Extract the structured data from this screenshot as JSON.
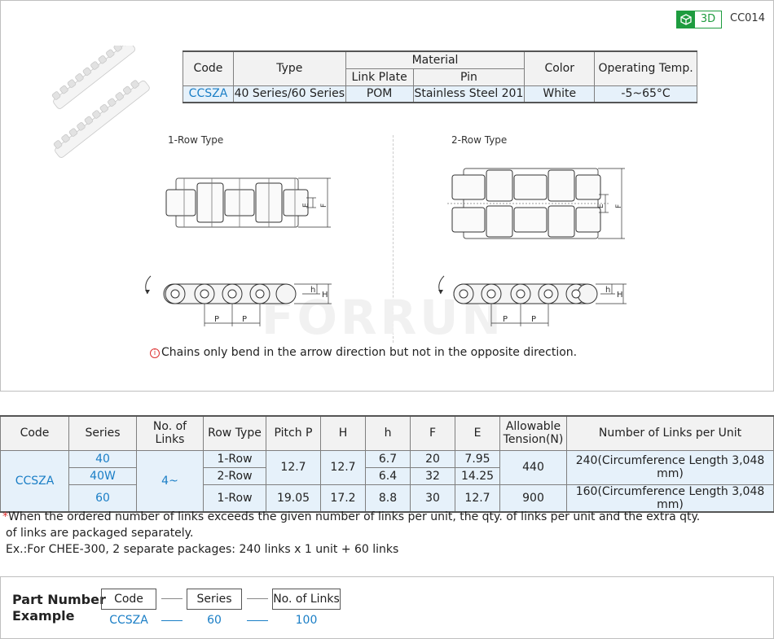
{
  "header": {
    "badge_label": "3D",
    "product_code": "CC014",
    "badge_icon": "cube-icon",
    "badge_color": "#1e9c3f"
  },
  "spec_table": {
    "headers": {
      "code": "Code",
      "type": "Type",
      "material": "Material",
      "link_plate": "Link Plate",
      "pin": "Pin",
      "color": "Color",
      "operating_temp": "Operating Temp."
    },
    "row": {
      "code": "CCSZA",
      "type": "40 Series/60 Series",
      "link_plate": "POM",
      "pin": "Stainless Steel 201",
      "color": "White",
      "operating_temp": "-5~65°C"
    }
  },
  "diagrams": {
    "one_row_label": "1-Row Type",
    "two_row_label": "2-Row Type",
    "dim_e": "E",
    "dim_f": "F",
    "dim_h_small": "h",
    "dim_h_large": "H",
    "dim_p": "P",
    "watermark": "FORRUN"
  },
  "bend_note": "Chains only bend in the arrow direction but not in the opposite direction.",
  "main_table": {
    "headers": [
      "Code",
      "Series",
      "No. of Links",
      "Row Type",
      "Pitch P",
      "H",
      "h",
      "F",
      "E",
      "Allowable Tension(N)",
      "Number of Links per Unit"
    ],
    "code": "CCSZA",
    "links": "4~",
    "rows": [
      {
        "series": "40",
        "row_type": "1-Row",
        "pitch": "12.7",
        "H": "12.7",
        "h": "6.7",
        "F": "20",
        "E": "7.95",
        "tension": "440",
        "per_unit": "240(Circumference Length 3,048 mm)"
      },
      {
        "series": "40W",
        "row_type": "2-Row",
        "h": "6.4",
        "F": "32",
        "E": "14.25"
      },
      {
        "series": "60",
        "row_type": "1-Row",
        "pitch": "19.05",
        "H": "17.2",
        "h": "8.8",
        "F": "30",
        "E": "12.7",
        "tension": "900",
        "per_unit": "160(Circumference Length 3,048 mm)"
      }
    ]
  },
  "footnote": {
    "star": "*",
    "line1": "When the ordered number of links exceeds the given number of links per unit, the qty. of links per unit and the extra qty.",
    "line2": "of links are packaged separately.",
    "line3": "Ex.:For CHEE-300, 2 separate packages: 240 links x 1 unit + 60 links"
  },
  "part_number": {
    "title_line1": "Part Number",
    "title_line2": "Example",
    "fields": [
      "Code",
      "Series",
      "No. of Links"
    ],
    "values": [
      "CCSZA",
      "60",
      "100"
    ]
  }
}
